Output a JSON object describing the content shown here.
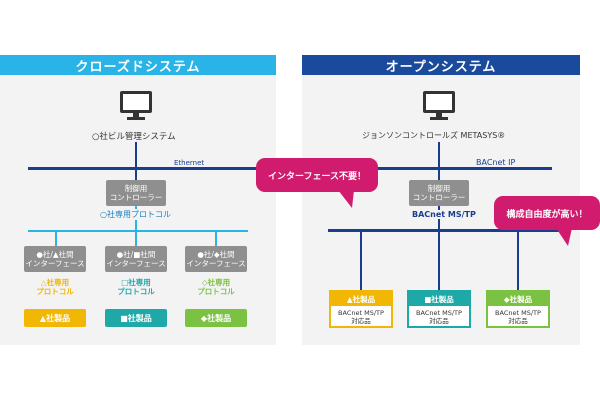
{
  "closed": {
    "title": "クローズドシステム",
    "bms_label": "○社ビル管理システム",
    "ethernet": "Ethernet",
    "controller": [
      "制御用",
      "コントローラー"
    ],
    "protocol": "○社専用プロトコル",
    "interfaces": [
      {
        "l1": "●社/▲社間",
        "l2": "インターフェース",
        "p1": "△社専用",
        "p2": "プロトコル",
        "product": "▲社製品"
      },
      {
        "l1": "●社/■社間",
        "l2": "インターフェース",
        "p1": "□社専用",
        "p2": "プロトコル",
        "product": "■社製品"
      },
      {
        "l1": "●社/◆社間",
        "l2": "インターフェース",
        "p1": "◇社専用",
        "p2": "プロトコル",
        "product": "◆社製品"
      }
    ]
  },
  "open": {
    "title": "オープンシステム",
    "bms_label": "ジョンソンコントロールズ METASYS®",
    "bacnet_ip": "BACnet IP",
    "controller": [
      "制御用",
      "コントローラー"
    ],
    "bacnet_mstp": "BACnet MS/TP",
    "products": [
      {
        "name": "▲社製品",
        "d1": "BACnet MS/TP",
        "d2": "対応品"
      },
      {
        "name": "■社製品",
        "d1": "BACnet MS/TP",
        "d2": "対応品"
      },
      {
        "name": "◆社製品",
        "d1": "BACnet MS/TP",
        "d2": "対応品"
      }
    ]
  },
  "callouts": {
    "no_interface": "インターフェース不要！",
    "flexibility": "構成自由度が高い！"
  },
  "colors": {
    "closed_header": "#29b3e6",
    "open_header": "#1a4a9c",
    "network_line": "#1a3d8f",
    "protocol_line": "#29b3e6",
    "callout": "#d11b6e",
    "triangle_product": "#f2b705",
    "square_product": "#1ea8a8",
    "diamond_product": "#7cc242"
  },
  "icons": [
    "monitor-icon"
  ]
}
